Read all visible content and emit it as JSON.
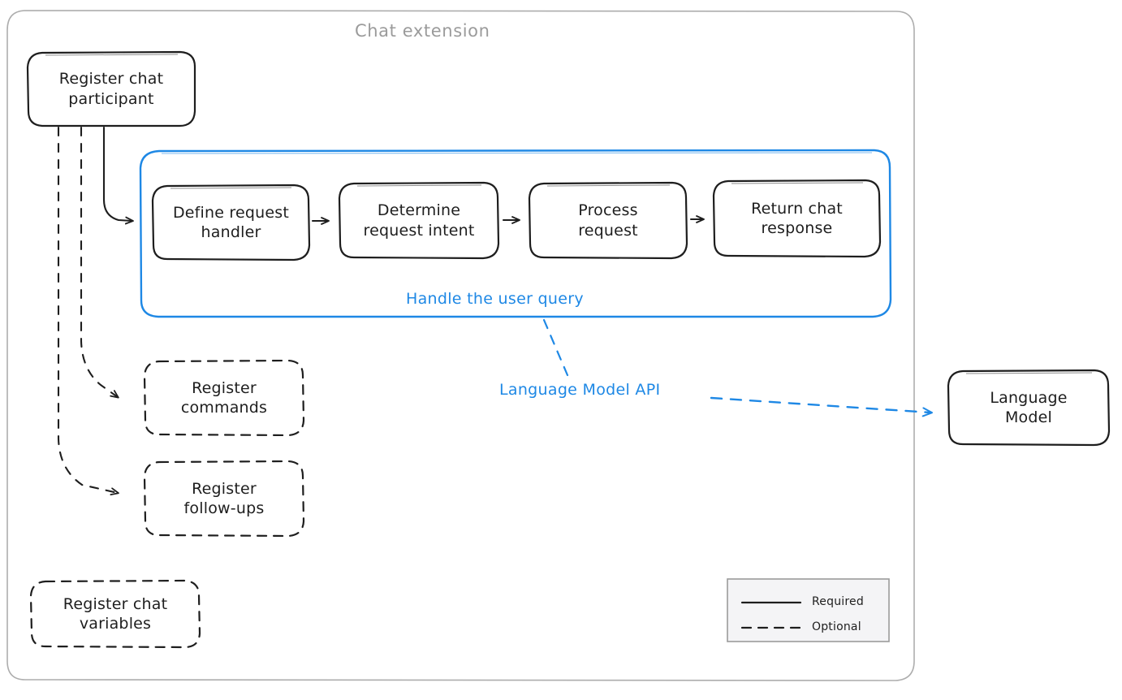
{
  "diagram": {
    "background": "#ffffff",
    "colors": {
      "stroke": "#1e1e1e",
      "accent_blue": "#1e88e5",
      "group_border": "#adadad",
      "group_title": "#9b9b9b",
      "legend_fill": "#f4f4f6",
      "legend_border": "#9b9b9b"
    },
    "container": {
      "title": "Chat extension"
    },
    "nodes": {
      "register_chat_participant": {
        "label": "Register chat\nparticipant",
        "style": "solid"
      },
      "define_request_handler": {
        "label": "Define request\nhandler",
        "style": "solid"
      },
      "determine_request_intent": {
        "label": "Determine\nrequest intent",
        "style": "solid"
      },
      "process_request": {
        "label": "Process\nrequest",
        "style": "solid"
      },
      "return_chat_response": {
        "label": "Return chat\nresponse",
        "style": "solid"
      },
      "register_commands": {
        "label": "Register\ncommands",
        "style": "dashed"
      },
      "register_follow_ups": {
        "label": "Register\nfollow-ups",
        "style": "dashed"
      },
      "register_chat_variables": {
        "label": "Register chat\nvariables",
        "style": "dashed"
      },
      "language_model": {
        "label": "Language\nModel",
        "style": "solid"
      }
    },
    "groups": {
      "handle_user_query": {
        "label": "Handle the user query",
        "color": "#1e88e5"
      }
    },
    "edge_labels": {
      "language_model_api": {
        "label": "Language Model API",
        "color": "#1e88e5"
      }
    },
    "legend": {
      "items": [
        {
          "label": "Required",
          "style": "solid"
        },
        {
          "label": "Optional",
          "style": "dashed"
        }
      ]
    }
  }
}
